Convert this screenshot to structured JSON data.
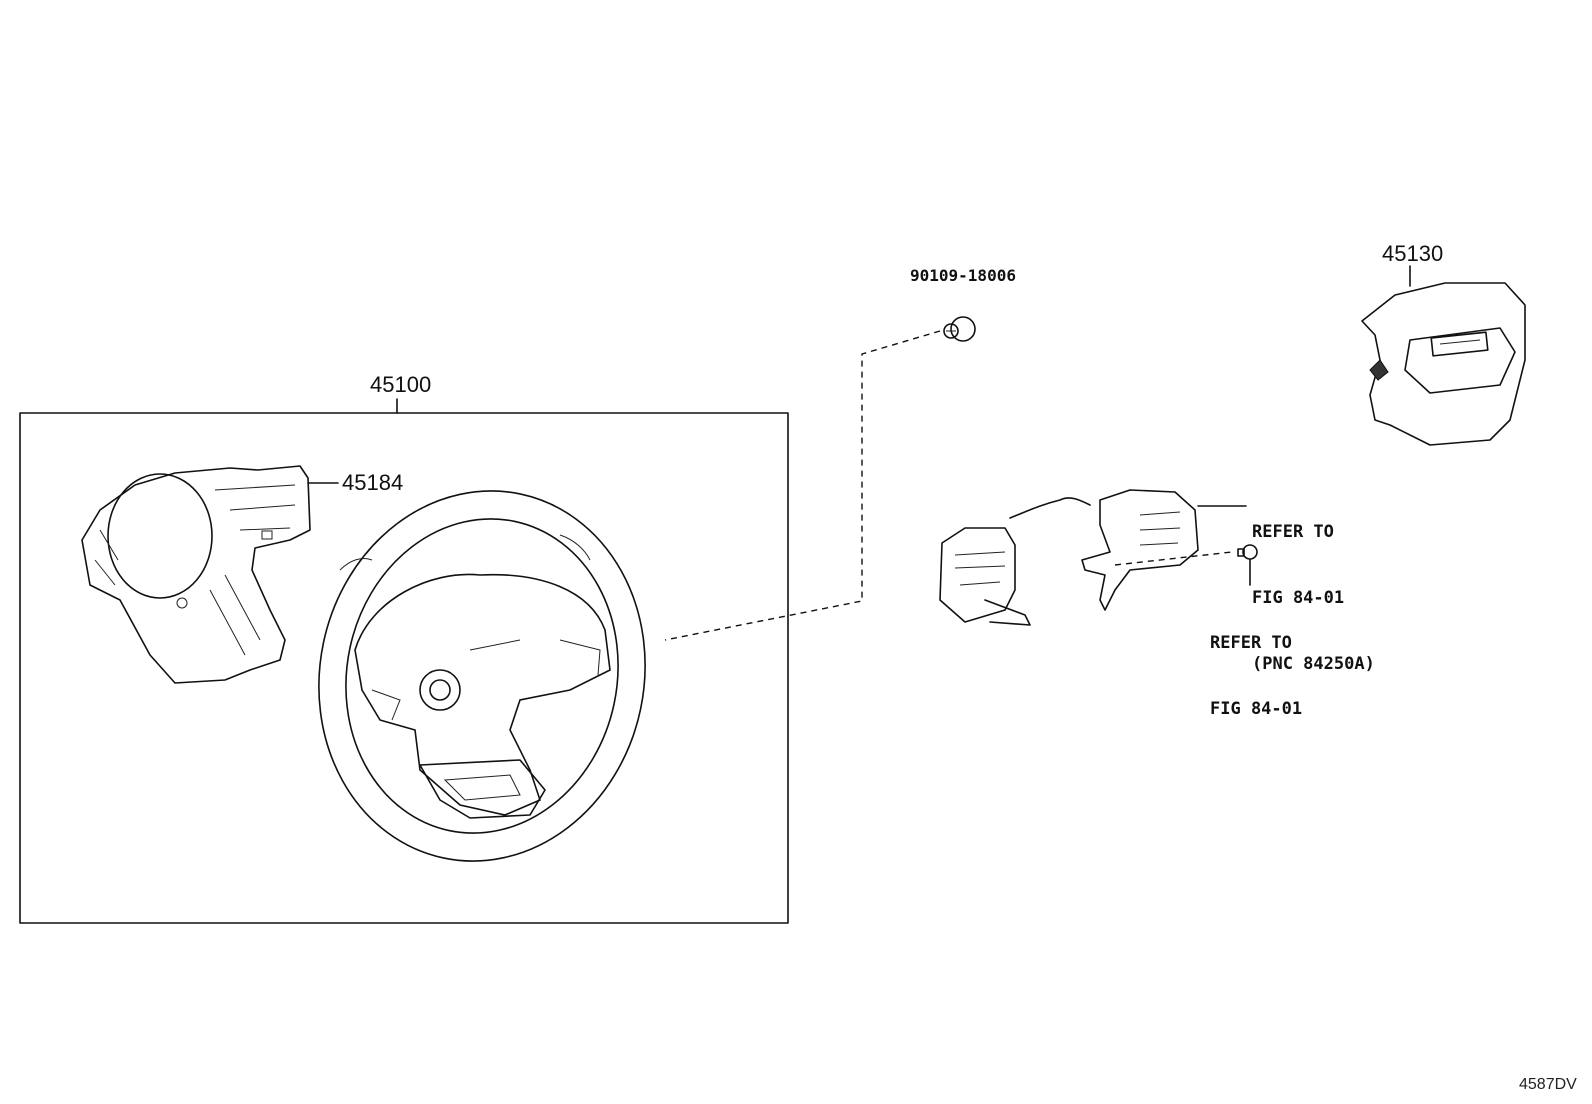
{
  "diagram": {
    "labels": {
      "assembly": "45100",
      "cover": "45184",
      "pad": "45130",
      "bolt": "90109-18006",
      "refer_switch_l1": "REFER TO",
      "refer_switch_l2": "FIG 84-01",
      "refer_switch_l3": "(PNC 84250A)",
      "refer_screw_l1": "REFER TO",
      "refer_screw_l2": "FIG 84-01",
      "drawing_code": "4587DV"
    },
    "parts": [
      {
        "pnc": "45100",
        "item": "steering-wheel-assembly"
      },
      {
        "pnc": "45184",
        "item": "steering-wheel-lower-cover"
      },
      {
        "pnc": "45130",
        "item": "horn-button-pad"
      },
      {
        "pnc": "90109-18006",
        "item": "bolt"
      }
    ]
  }
}
